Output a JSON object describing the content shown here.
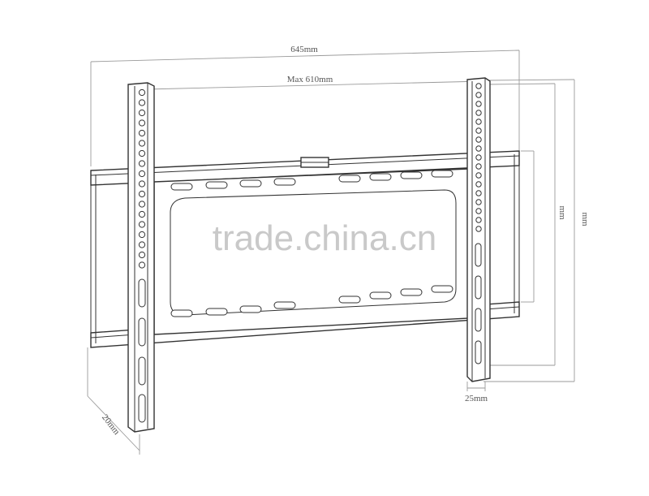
{
  "labels": {
    "overall_width": "645mm",
    "max_vesa": "Max 610mm",
    "depth": "20mm",
    "rail_width": "25mm",
    "height_1": "mm",
    "height_2": "mm"
  },
  "watermark": "trade.china.cn",
  "colors": {
    "line": "#333333",
    "dimension": "#9a9a9a",
    "watermark": "#c9c9c9"
  }
}
